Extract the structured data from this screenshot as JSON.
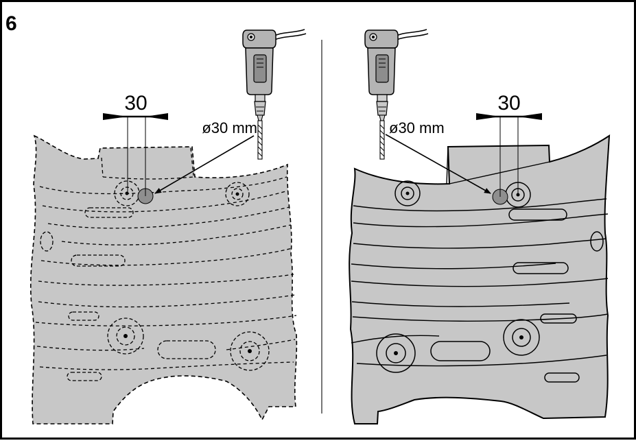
{
  "step_number": "6",
  "left_panel": {
    "dimension_label": "30",
    "drill_size_label": "ø30 mm"
  },
  "right_panel": {
    "dimension_label": "30",
    "drill_size_label": "ø30 mm"
  },
  "colors": {
    "part_fill": "#c7c7c7",
    "hole_fill": "#8f8f8f",
    "drill_body": "#b4b4b4",
    "stroke": "#000000",
    "divider": "#777777"
  }
}
